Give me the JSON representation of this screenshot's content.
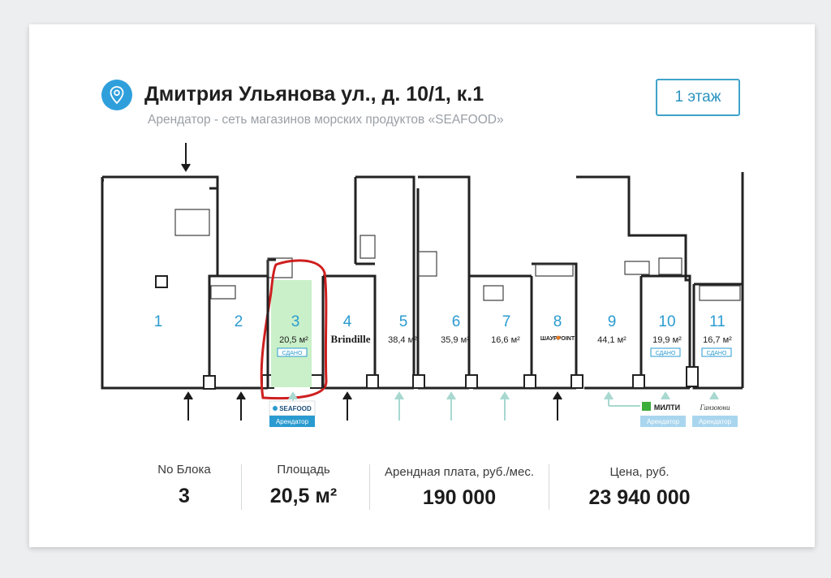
{
  "header": {
    "title": "Дмитрия Ульянова ул., д. 10/1, к.1",
    "subtitle": "Арендатор - сеть магазинов морских продуктов «SEAFOOD»",
    "floor_button": "1 этаж",
    "pin_icon": "location-pin-icon"
  },
  "plan": {
    "units": [
      {
        "number": "1",
        "area": ""
      },
      {
        "number": "2",
        "area": ""
      },
      {
        "number": "3",
        "area": "20,5 м²",
        "badge": "СДАНО",
        "selected": true
      },
      {
        "number": "4",
        "area": "",
        "tenant_name": "Brindille"
      },
      {
        "number": "5",
        "area": "38,4 м²"
      },
      {
        "number": "6",
        "area": "35,9 м²"
      },
      {
        "number": "7",
        "area": "16,6 м²"
      },
      {
        "number": "8",
        "area": "",
        "tenant_name": "ШАУРPOINT"
      },
      {
        "number": "9",
        "area": "44,1 м²"
      },
      {
        "number": "10",
        "area": "19,9 м²",
        "badge": "СДАНО"
      },
      {
        "number": "11",
        "area": "16,7 м²",
        "badge": "СДАНО"
      }
    ],
    "tenant_cards": [
      {
        "logo": "SEAFOOD",
        "tag": "Арендатор"
      },
      {
        "logo": "МИЛТИ",
        "tag": "Арендатор"
      },
      {
        "logo": "Ганзоюни",
        "tag": "Арендатор"
      }
    ],
    "colors": {
      "wall": "#222222",
      "number": "#2a9bd0",
      "selected_fill": "#c9f0c9",
      "highlight_stroke": "#cf1f1f",
      "badge": "#2a9bd0",
      "arrow_dark": "#1b1b1b",
      "arrow_light": "#a8d8d0"
    }
  },
  "stats": {
    "block_label": "No Блока",
    "block_value": "3",
    "area_label": "Площадь",
    "area_value": "20,5 м²",
    "rent_label": "Арендная плата, руб./мес.",
    "rent_value": "190 000",
    "price_label": "Цена, руб.",
    "price_value": "23 940 000"
  }
}
